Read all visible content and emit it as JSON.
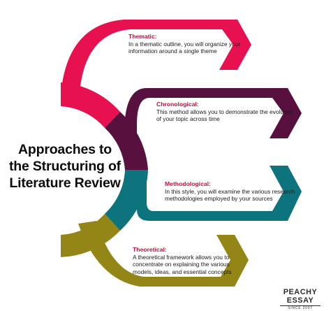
{
  "title": {
    "line1": "Approaches to",
    "line2": "the Structuring of",
    "line3": "Literature Review"
  },
  "colors": {
    "thematic": "#e8114f",
    "chronological": "#58103f",
    "methodological": "#0d737c",
    "theoretical": "#948616",
    "heading": "#c0103a"
  },
  "approaches": [
    {
      "heading": "Thematic:",
      "body": [
        "In a thematic outline, you will organize your",
        "information around a single theme"
      ]
    },
    {
      "heading": "Chronological:",
      "body": [
        "This method allows you to demonstrate the evolution",
        "of your topic across time"
      ]
    },
    {
      "heading": "Methodological:",
      "body": [
        "In this style, you will examine the various research",
        "methodologies employed by your sources"
      ]
    },
    {
      "heading": "Theoretical:",
      "body": [
        "A theoretical framework allows you to",
        "concentrate on explaining the various",
        "models, ideas, and essential concepts"
      ]
    }
  ],
  "brand": {
    "name": "PEACHY ESSAY",
    "tagline": "SINCE 2007"
  }
}
